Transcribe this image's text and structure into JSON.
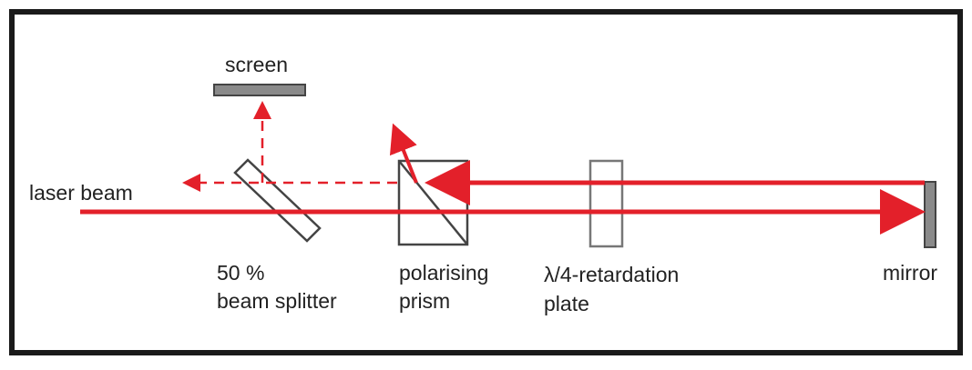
{
  "labels": {
    "screen": "screen",
    "laser_beam": "laser beam",
    "beam_splitter_line1": "50 %",
    "beam_splitter_line2": "beam splitter",
    "prism_line1": "polarising",
    "prism_line2": "prism",
    "plate_line1": "λ/4-retardation",
    "plate_line2": "plate",
    "mirror": "mirror"
  },
  "colors": {
    "beam": "#e3202a",
    "frame": "#1a1a1a",
    "component_gray": "#8a8a8a",
    "outline": "#444444"
  }
}
